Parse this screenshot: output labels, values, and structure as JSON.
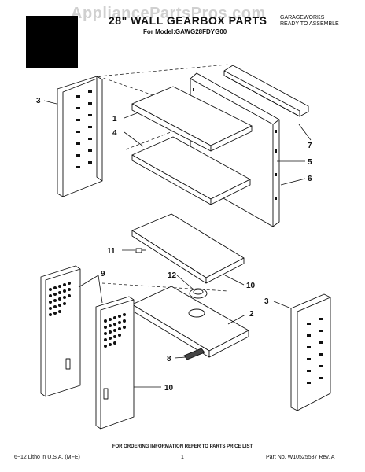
{
  "watermark": "AppliancePartsPros.com",
  "header": {
    "title": "28\" WALL GEARBOX PARTS",
    "model": "For Model:GAWG28FDYG00",
    "brand_line1": "GARAGEWORKS",
    "brand_line2": "READY TO ASSEMBLE"
  },
  "callouts": [
    "1",
    "2",
    "3",
    "3",
    "4",
    "5",
    "6",
    "7",
    "8",
    "9",
    "10",
    "10",
    "11",
    "12"
  ],
  "footer": {
    "note": "FOR ORDERING INFORMATION REFER TO PARTS PRICE LIST",
    "left": "6−12 Litho in U.S.A. (MFE)",
    "page": "1",
    "part_no": "Part No. W10525587 Rev. A"
  }
}
